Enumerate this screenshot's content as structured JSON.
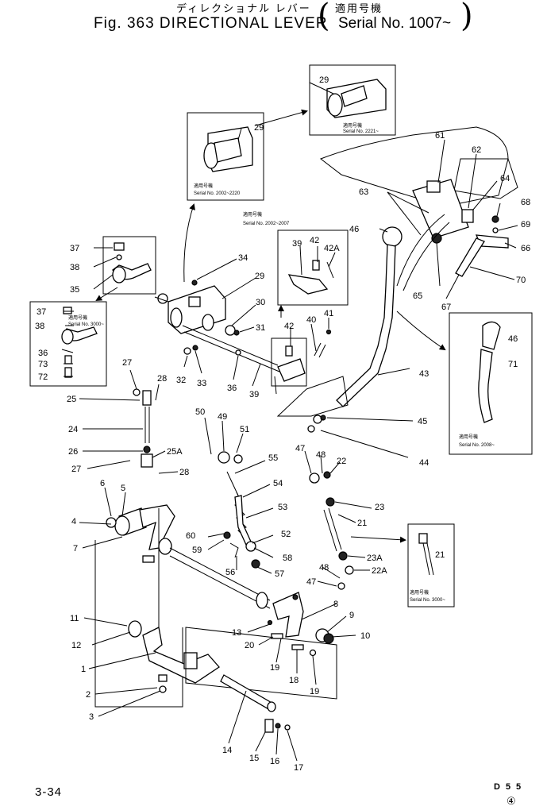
{
  "header": {
    "title_jp": "ディレクショナル レバー",
    "fig_title": "Fig. 363  DIRECTIONAL  LEVER",
    "serial_jp": "適用号機",
    "serial_title": "Serial No. 1007~",
    "paren_left": "(",
    "paren_right": ")"
  },
  "footer": {
    "page_number": "3-34",
    "code": "D55",
    "revision": "④"
  },
  "insets": {
    "top_right": {
      "jp": "適用号機",
      "serial": "Serial No. 2221~"
    },
    "top_middle": {
      "jp": "適用号機",
      "serial": "Serial No. 2002~2220"
    },
    "mid_upper": {
      "jp": "適用号機",
      "serial": "Serial No. 2002~2007"
    },
    "left": {
      "jp": "適用号機",
      "serial": "Serial No. 3000~"
    },
    "right_lever": {
      "jp": "適用号機",
      "serial": "Serial No. 2008~"
    },
    "right_rod": {
      "jp": "適用号機",
      "serial": "Serial No. 3000~"
    }
  },
  "part_labels": {
    "p1": "1",
    "p2": "2",
    "p3": "3",
    "p4": "4",
    "p5": "5",
    "p6": "6",
    "p7": "7",
    "p8": "8",
    "p9": "9",
    "p10": "10",
    "p11": "11",
    "p12": "12",
    "p13": "13",
    "p14": "14",
    "p15": "15",
    "p16": "16",
    "p17": "17",
    "p18": "18",
    "p19a": "19",
    "p19b": "19",
    "p20": "20",
    "p21a": "21",
    "p21b": "21",
    "p22": "22",
    "p22a": "22A",
    "p23": "23",
    "p23a": "23A",
    "p24": "24",
    "p25": "25",
    "p25a": "25A",
    "p26": "26",
    "p27a": "27",
    "p27b": "27",
    "p28a": "28",
    "p28b": "28",
    "p29a": "29",
    "p29b": "29",
    "p29c": "29",
    "p30": "30",
    "p31": "31",
    "p32": "32",
    "p33": "33",
    "p34": "34",
    "p35": "35",
    "p36a": "36",
    "p36b": "36",
    "p37a": "37",
    "p37b": "37",
    "p38a": "38",
    "p38b": "38",
    "p39a": "39",
    "p39b": "39",
    "p40": "40",
    "p41": "41",
    "p42a": "42",
    "p42b": "42",
    "p42c": "42A",
    "p43": "43",
    "p44": "44",
    "p45": "45",
    "p46a": "46",
    "p46b": "46",
    "p47a": "47",
    "p47b": "47",
    "p48a": "48",
    "p48b": "48",
    "p49": "49",
    "p50": "50",
    "p51": "51",
    "p52": "52",
    "p53": "53",
    "p54": "54",
    "p55": "55",
    "p56": "56",
    "p57": "57",
    "p58": "58",
    "p59": "59",
    "p60": "60",
    "p61": "61",
    "p62": "62",
    "p63": "63",
    "p64": "64",
    "p65": "65",
    "p66": "66",
    "p67": "67",
    "p68": "68",
    "p69": "69",
    "p70": "70",
    "p71": "71",
    "p72": "72",
    "p73": "73"
  }
}
